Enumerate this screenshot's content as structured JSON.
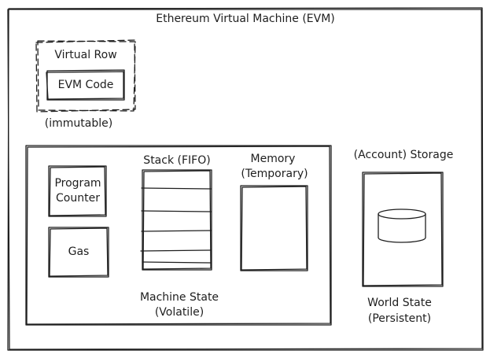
{
  "title": "Ethereum Virtual Machine (EVM)",
  "virtual_rom": {
    "label": "Virtual Row",
    "code_label": "EVM Code",
    "note": "(immutable)"
  },
  "machine_state": {
    "program_counter": [
      "Program",
      "Counter"
    ],
    "gas": "Gas",
    "stack_label": "Stack (FIFO)",
    "memory_label": [
      "Memory",
      "(Temporary)"
    ],
    "caption": [
      "Machine State",
      "(Volatile)"
    ]
  },
  "world_state": {
    "storage_label": "(Account) Storage",
    "caption": [
      "World State",
      "(Persistent)"
    ]
  }
}
